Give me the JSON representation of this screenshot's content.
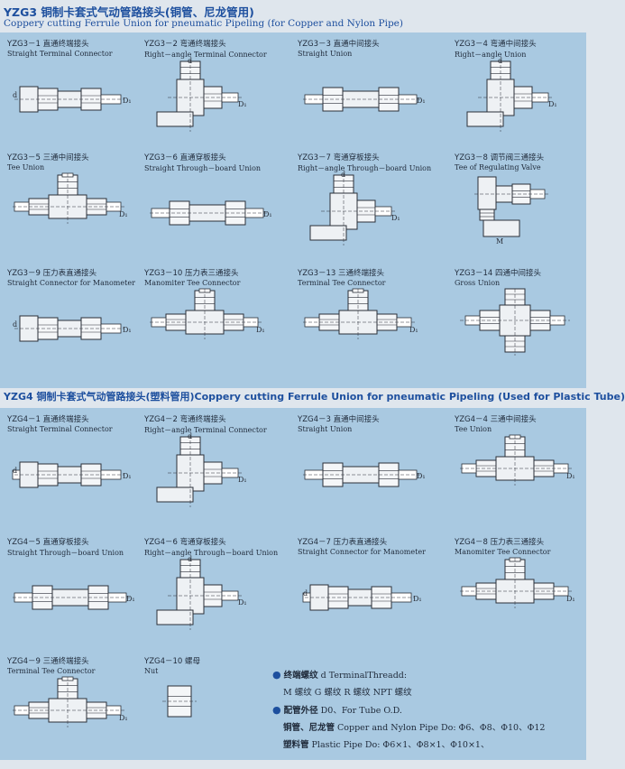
{
  "sections": [
    {
      "title": "YZG3 铜制卡套式气动管路接头(铜管、尼龙管用)",
      "subtitle": "Coppery cutting Ferrule Union for pneumatic Pipeling (for Copper and Nylon Pipe)"
    },
    {
      "title": "YZG4 铜制卡套式气动管路接头(塑料管用)Coppery cutting Ferrule Union for pneumatic Pipeling (Used for Plastic Tube)",
      "subtitle": ""
    }
  ],
  "yzg3_items": [
    {
      "code": "YZG3－1 直通终端接头",
      "en": "Straight Terminal Connector"
    },
    {
      "code": "YZG3－2 弯通终端接头",
      "en": "Right－angle Terminal Connector"
    },
    {
      "code": "YZG3－3 直通中间接头",
      "en": "Straight Union"
    },
    {
      "code": "YZG3－4 弯通中间接头",
      "en": "Right－angle Union"
    },
    {
      "code": "YZG3－5 三通中间接头",
      "en": "Tee Union"
    },
    {
      "code": "YZG3－6 直通穿板接头",
      "en": "Straight Through－board Union"
    },
    {
      "code": "YZG3－7 弯通穿板接头",
      "en": "Right－angle Through－board Union"
    },
    {
      "code": "YZG3－8 调节阀三通接头",
      "en": "Tee of Regulating Valve"
    },
    {
      "code": "YZG3－9 压力表直通接头",
      "en": "Straight Connector for Manometer"
    },
    {
      "code": "YZG3－10 压力表三通接头",
      "en": "Manomiter Tee Connector"
    },
    {
      "code": "YZG3－13 三通终端接头",
      "en": "Terminal Tee Connector"
    },
    {
      "code": "YZG3－14 四通中间接头",
      "en": "Gross Union"
    }
  ],
  "yzg4_items": [
    {
      "code": "YZG4－1 直通终端接头",
      "en": "Straight Terminal Connector"
    },
    {
      "code": "YZG4－2 弯通终端接头",
      "en": "Right－angle Terminal Connector"
    },
    {
      "code": "YZG4－3 直通中间接头",
      "en": "Straight Union"
    },
    {
      "code": "YZG4－4 三通中间接头",
      "en": "Tee Union"
    },
    {
      "code": "YZG4－5 直通穿板接头",
      "en": "Straight Through－board Union"
    },
    {
      "code": "YZG4－6 弯通穿板接头",
      "en": "Right－angle Through－board Union"
    },
    {
      "code": "YZG4－7 压力表直通接头",
      "en": "Straight Connector for Manometer"
    },
    {
      "code": "YZG4－8 压力表三通接头",
      "en": "Manomiter Tee Connector"
    },
    {
      "code": "YZG4－9 三通终端接头",
      "en": "Terminal Tee Connector"
    },
    {
      "code": "YZG4－10 螺母",
      "en": "Nut"
    }
  ],
  "labels": {
    "d": "d",
    "d1": "D₁",
    "m": "M"
  },
  "notes": {
    "thread_title_cn": "终端螺纹",
    "thread_title_en": " d TerminalThreadd:",
    "thread_types": "M 螺纹  G 螺纹  R 螺纹  NPT 螺纹",
    "od_title_cn": "配管外径",
    "od_title_en": " D0、For Tube O.D.",
    "copper_cn": "铜管、尼龙管",
    "copper_en": " Copper and Nylon Pipe Do: Φ6、Φ8、Φ10、Φ12",
    "plastic_cn": "塑料管",
    "plastic_en": " Plastic Pipe Do: Φ6×1、Φ8×1、Φ10×1、"
  },
  "colors": {
    "accent": "#1d4f9e",
    "band": "#a9c9e1",
    "page": "#dfe6ed",
    "line": "#2a2f38"
  }
}
